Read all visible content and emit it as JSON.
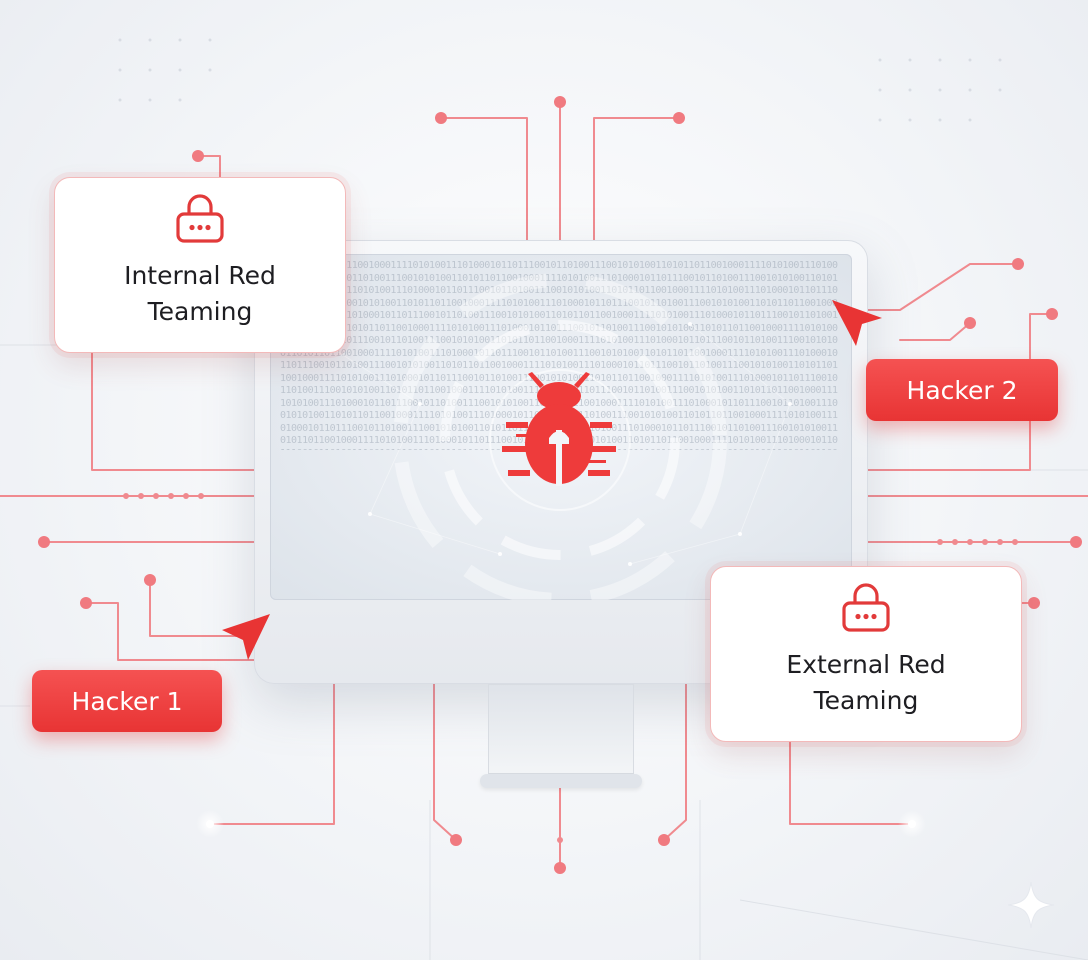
{
  "diagram": {
    "center_icon": "bug-icon",
    "accent_color": "#ee3b3b",
    "line_color": "#f0848a",
    "cards": {
      "internal": {
        "icon": "lock-icon",
        "title_line1": "Internal Red",
        "title_line2": "Teaming"
      },
      "external": {
        "icon": "lock-icon",
        "title_line1": "External Red",
        "title_line2": "Teaming"
      }
    },
    "tags": {
      "hacker1": "Hacker 1",
      "hacker2": "Hacker 2"
    },
    "pointers": [
      "cursor-arrow-icon",
      "cursor-arrow-icon"
    ],
    "decoration": "sparkle-icon"
  }
}
